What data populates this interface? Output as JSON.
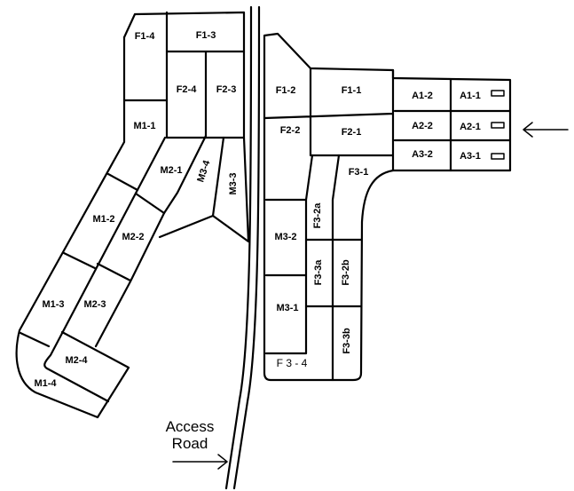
{
  "plots": {
    "F1-4": "F1-4",
    "F1-3": "F1-3",
    "F2-4": "F2-4",
    "F2-3": "F2-3",
    "M1-1": "M1-1",
    "M2-1": "M2-1",
    "M3-4": "M3-4",
    "M3-3": "M3-3",
    "M1-2": "M1-2",
    "M2-2": "M2-2",
    "M1-3": "M1-3",
    "M2-3": "M2-3",
    "M2-4": "M2-4",
    "M1-4": "M1-4",
    "F1-2": "F1-2",
    "F1-1": "F1-1",
    "A1-2": "A1-2",
    "A1-1": "A1-1",
    "A2-2": "A2-2",
    "A2-1": "A2-1",
    "A3-2": "A3-2",
    "A3-1": "A3-1",
    "F2-2": "F2-2",
    "F2-1": "F2-1",
    "F3-1": "F3-1",
    "F3-2a": "F3-2a",
    "M3-2": "M3-2",
    "F3-3a": "F3-3a",
    "F3-2b": "F3-2b",
    "M3-1": "M3-1",
    "F3-3b": "F3-3b",
    "F3-4": "F 3 - 4"
  },
  "access_road": {
    "line1": "Access",
    "line2": "Road"
  }
}
